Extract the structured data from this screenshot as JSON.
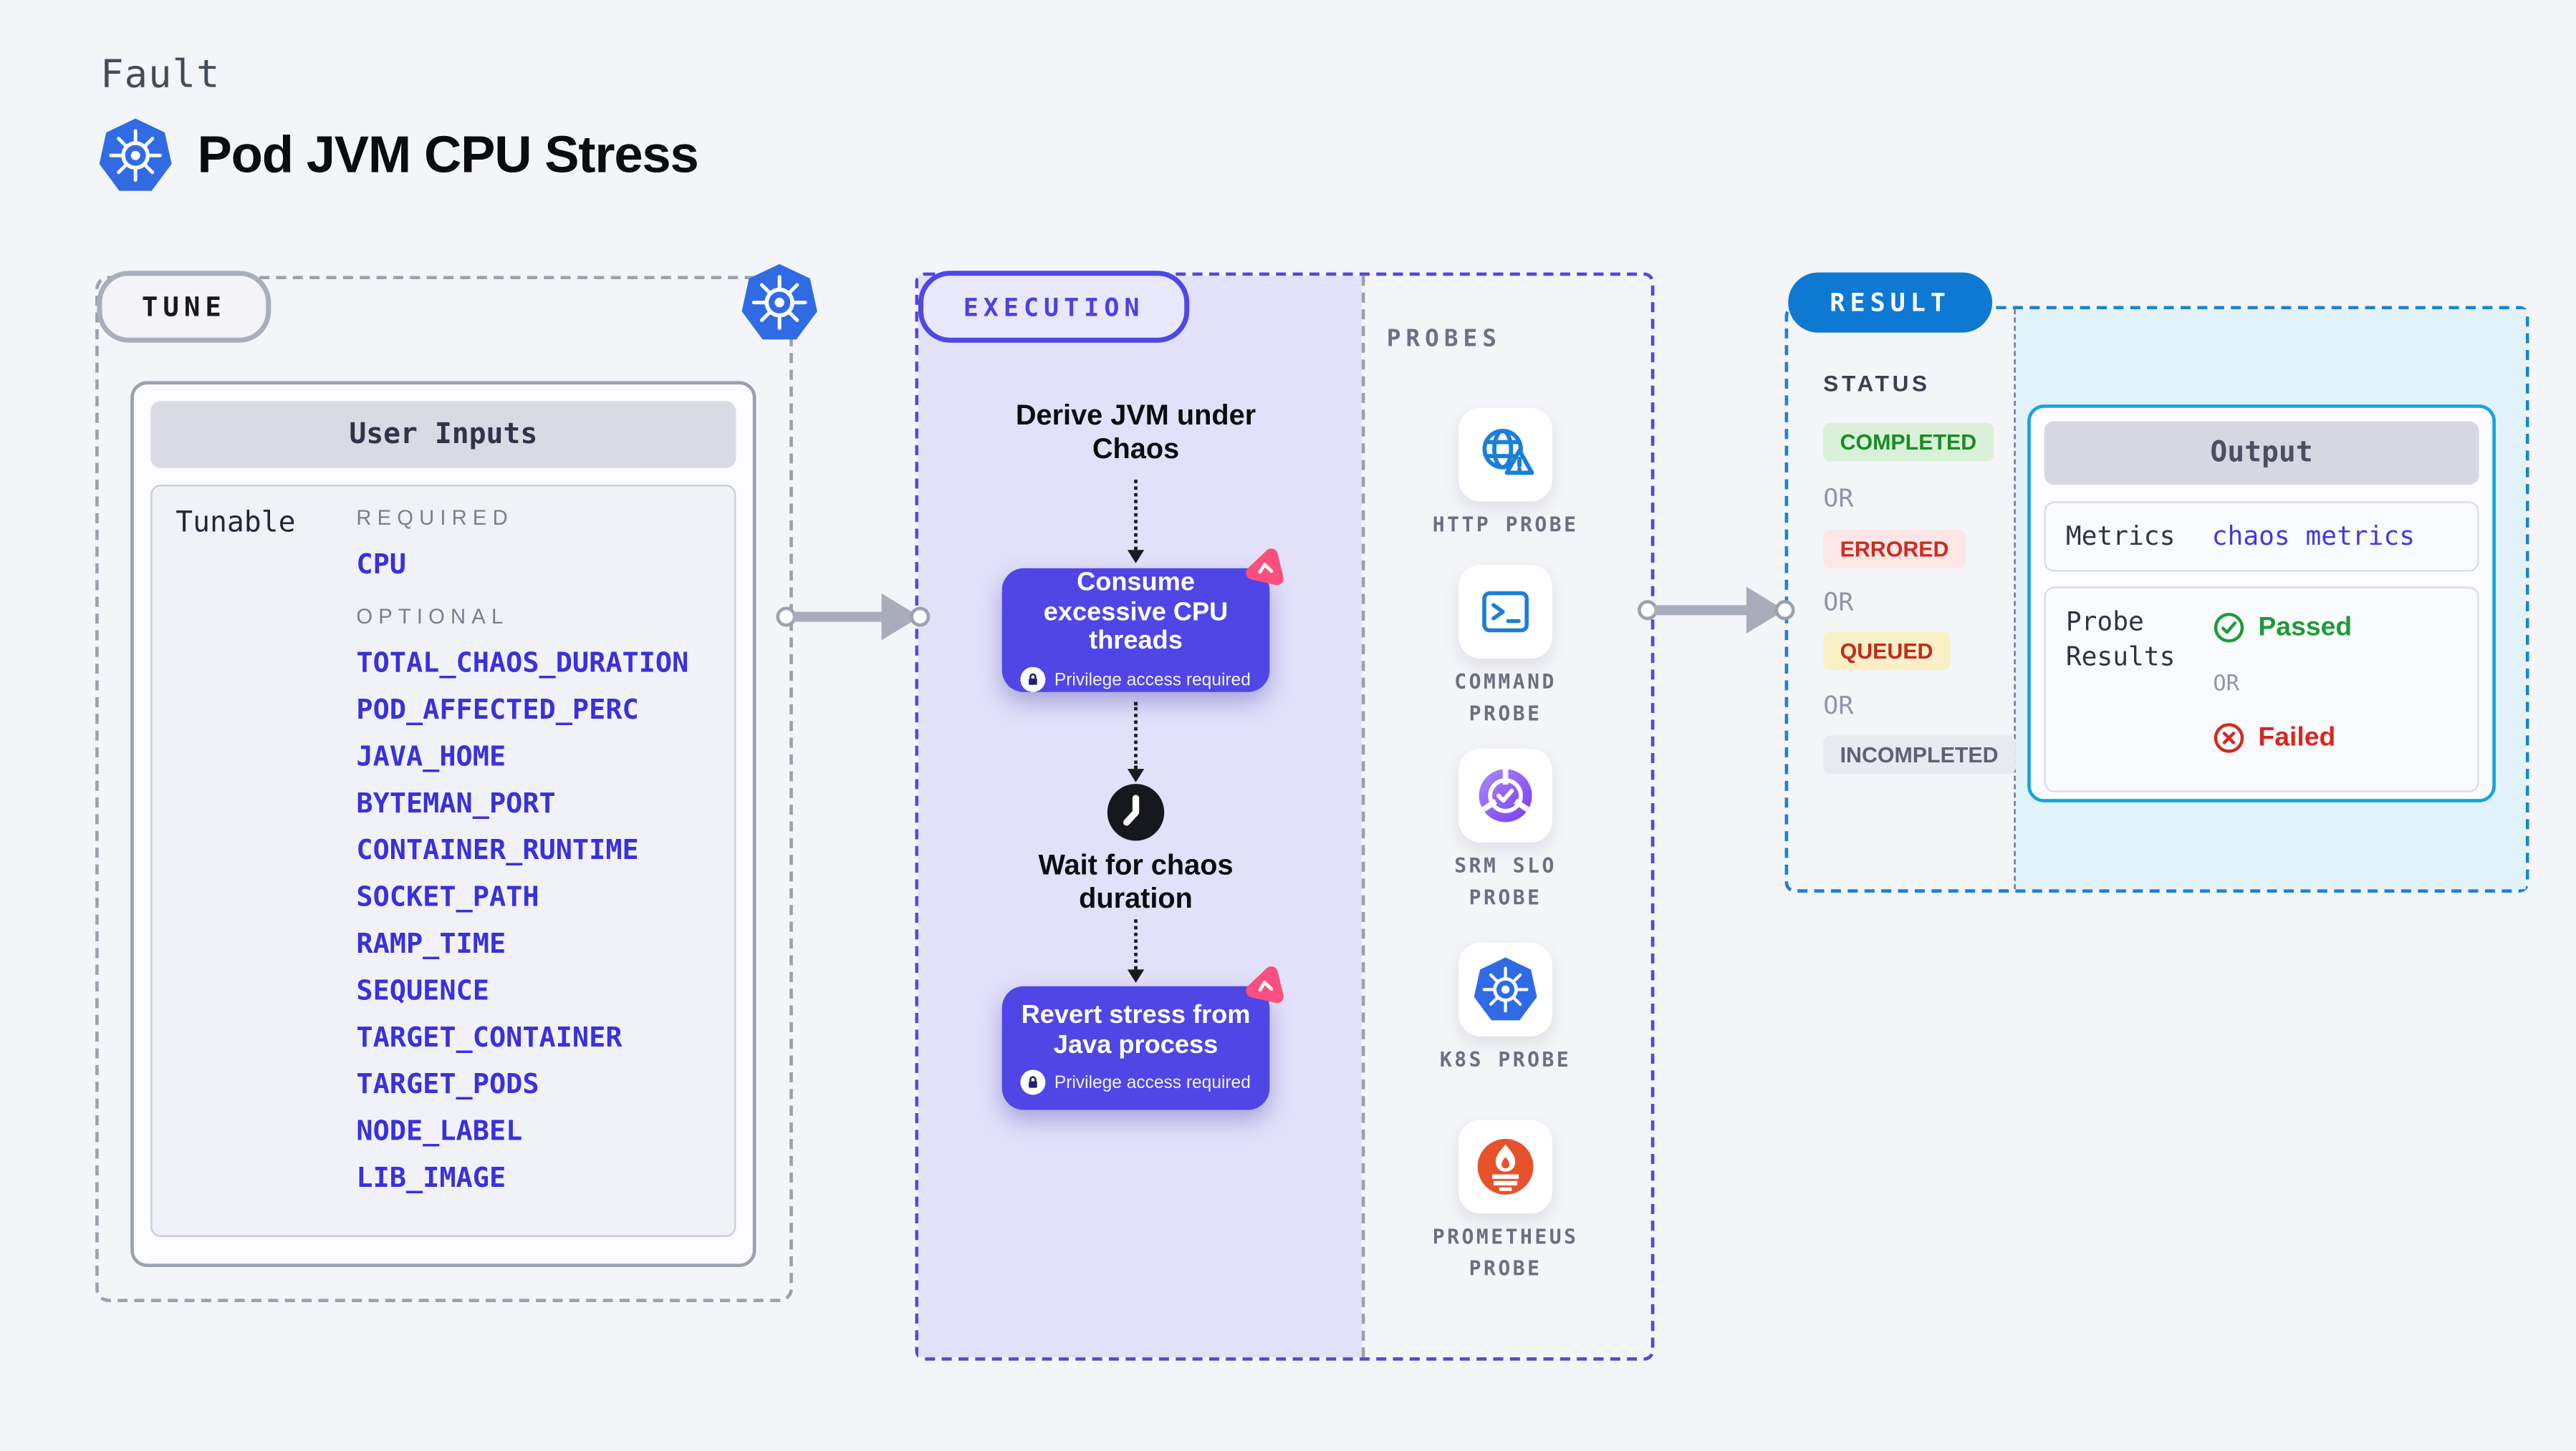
{
  "header": {
    "kicker": "Fault",
    "title": "Pod JVM CPU Stress"
  },
  "tune": {
    "badge": "TUNE",
    "table_title": "User Inputs",
    "row_label": "Tunable",
    "required_label": "REQUIRED",
    "optional_label": "OPTIONAL",
    "required_items": [
      "CPU"
    ],
    "optional_items": [
      "TOTAL_CHAOS_DURATION",
      "POD_AFFECTED_PERC",
      "JAVA_HOME",
      "BYTEMAN_PORT",
      "CONTAINER_RUNTIME",
      "SOCKET_PATH",
      "RAMP_TIME",
      "SEQUENCE",
      "TARGET_CONTAINER",
      "TARGET_PODS",
      "NODE_LABEL",
      "LIB_IMAGE"
    ]
  },
  "execution": {
    "badge": "EXECUTION",
    "derive_step": "Derive JVM under Chaos",
    "consume_step": "Consume excessive CPU threads",
    "wait_step": "Wait for chaos duration",
    "revert_step": "Revert stress from Java process",
    "privilege_note": "Privilege access required"
  },
  "probes": {
    "label": "PROBES",
    "items": [
      {
        "name": "HTTP PROBE"
      },
      {
        "name": "COMMAND PROBE"
      },
      {
        "name": "SRM SLO PROBE"
      },
      {
        "name": "K8S PROBE"
      },
      {
        "name": "PROMETHEUS PROBE"
      }
    ]
  },
  "result": {
    "badge": "RESULT",
    "status_label": "STATUS",
    "or_label": "OR",
    "statuses": [
      {
        "label": "COMPLETED"
      },
      {
        "label": "ERRORED"
      },
      {
        "label": "QUEUED"
      },
      {
        "label": "INCOMPLETED"
      }
    ],
    "output": {
      "title": "Output",
      "metrics_label": "Metrics",
      "metrics_value": "chaos metrics",
      "probe_results_label": "Probe Results",
      "passed_label": "Passed",
      "failed_label": "Failed"
    }
  },
  "colors": {
    "accent_indigo": "#4f46e5",
    "accent_blue": "#0e79d3",
    "probe_icon_blue": "#1a7fd8",
    "pink_chaos": "#fb4f7e",
    "prometheus_orange": "#e6522c",
    "passed_green": "#1d9b38",
    "failed_red": "#d6281e"
  }
}
